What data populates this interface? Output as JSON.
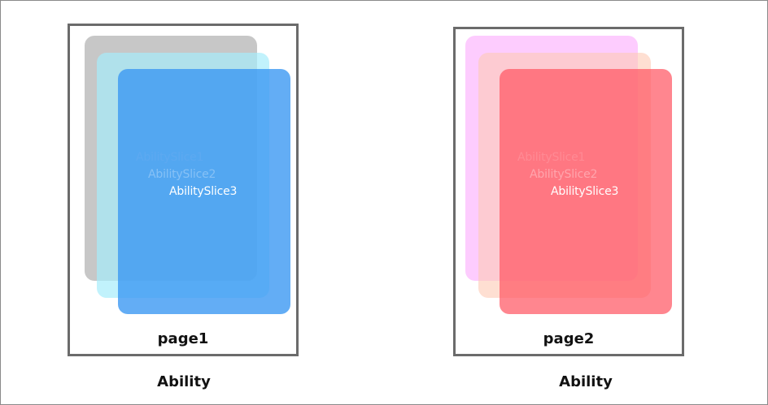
{
  "groups": [
    {
      "page_label": "page1",
      "ability_label": "Ability",
      "slices": [
        {
          "label": "AbilitySlice1",
          "color": "#c8c8c8"
        },
        {
          "label": "AbilitySlice2",
          "color": "#b6eefb"
        },
        {
          "label": "AbilitySlice3",
          "color": "#3c9cf2"
        }
      ]
    },
    {
      "page_label": "page2",
      "ability_label": "Ability",
      "slices": [
        {
          "label": "AbilitySlice1",
          "color": "#fdd2fe"
        },
        {
          "label": "AbilitySlice2",
          "color": "#fdd6cb"
        },
        {
          "label": "AbilitySlice3",
          "color": "#ff5d6a"
        }
      ]
    }
  ]
}
